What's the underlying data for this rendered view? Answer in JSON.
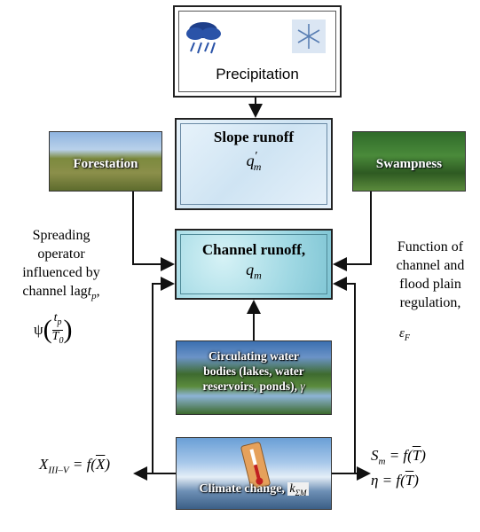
{
  "nodes": {
    "precipitation": "Precipitation",
    "slope_runoff": "Slope runoff",
    "slope_symbol": "q",
    "slope_symbol_sub": "m",
    "slope_symbol_prime": "′",
    "forestation": "Forestation",
    "swampness": "Swampness",
    "channel_runoff": "Channel runoff,",
    "channel_symbol": "q",
    "channel_symbol_sub": "m",
    "circulating_line1": "Circulating water",
    "circulating_line2": "bodies (lakes, water",
    "circulating_line3": "reservoirs, ponds),",
    "circulating_symbol": "γ",
    "climate_change": "Climate change,",
    "climate_symbol": "k",
    "climate_symbol_sub": "ΣM"
  },
  "left_annotation": {
    "line1": "Spreading",
    "line2": "operator",
    "line3": "influenced by",
    "line4": "channel lag",
    "lag_symbol": "t",
    "lag_sub": "p",
    "lag_end": ",",
    "psi": "ψ",
    "frac_num": "t",
    "frac_num_sub": "p",
    "frac_den": "T",
    "frac_den_sub": "0"
  },
  "right_annotation": {
    "line1": "Function of",
    "line2": "channel and",
    "line3": "flood plain",
    "line4": "regulation,",
    "eps": "ε",
    "eps_sub": "F"
  },
  "equations": {
    "left": "X",
    "left_sub": "III–V",
    "left_rhs": " = f(",
    "left_var": "X",
    "left_close": ")",
    "right1": "S",
    "right1_sub": "m",
    "right1_rhs": " = f(",
    "right1_var": "T",
    "right1_close": ")",
    "right2": "η = f(",
    "right2_var": "T",
    "right2_close": ")"
  },
  "colors": {
    "arrow": "#111111",
    "box_border": "#222222"
  }
}
